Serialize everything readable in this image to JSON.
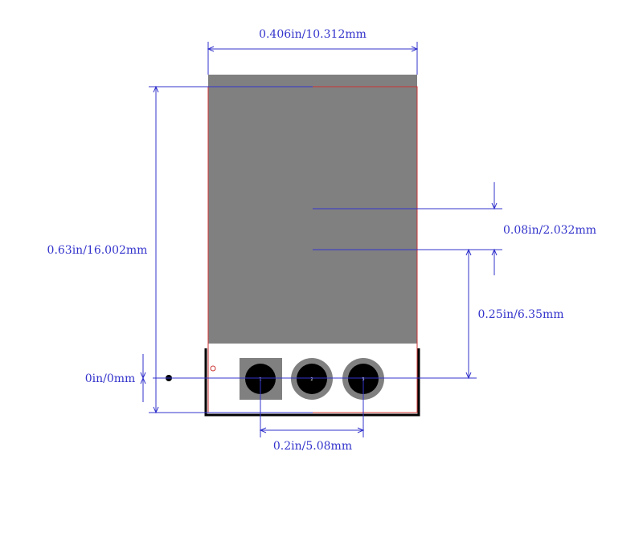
{
  "dimensions": {
    "width": "0.406in/10.312mm",
    "height": "0.63in/16.002mm",
    "hole_gap": "0.08in/2.032mm",
    "hole_offset": "0.25in/6.35mm",
    "origin": "0in/0mm",
    "pin_pitch": "0.2in/5.08mm"
  },
  "pins": [
    {
      "label": "1",
      "shape": "square"
    },
    {
      "label": "2",
      "shape": "round"
    },
    {
      "label": "3",
      "shape": "round"
    }
  ],
  "colors": {
    "dimension": "#3333cc",
    "body_fill": "#808080",
    "outline": "#cc3333",
    "silkscreen": "#000000",
    "pad": "#808080",
    "drill": "#000000"
  }
}
